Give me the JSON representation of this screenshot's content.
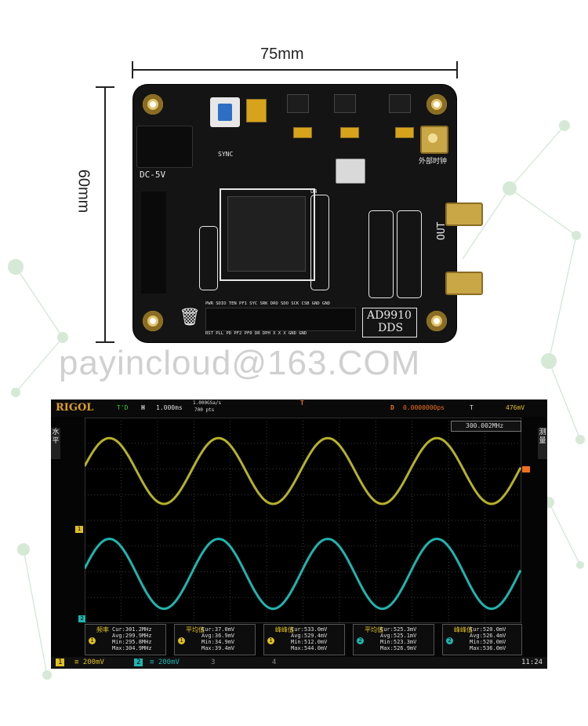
{
  "dimensions": {
    "width_label": "75mm",
    "height_label": "60mm"
  },
  "pcb": {
    "label_power": "DC-5V",
    "label_sync": "SYNC",
    "label_out": "OUT",
    "label_ext_clock": "外部时钟",
    "chip_name": "AD9910",
    "chip_sub": "DDS",
    "top_header_labels": "PWR SDIO TEN PF1 SYC SRK DRO SDO SCK CSB GND GND",
    "bottom_header_labels": "RST PLL PD PF2 PF0 DR DPH X X X GND GND",
    "ic_label": "U4"
  },
  "watermark": "payincloud@163.COM",
  "scope": {
    "brand": "RIGOL",
    "status": "T'D",
    "h_label": "H",
    "timebase": "1.000ms",
    "sample_rate": "1.000GSa/s",
    "points": "700 pts",
    "trigger_marker": "T",
    "d_label": "D",
    "delay": "0.0000000ps",
    "t_label": "T",
    "trigger_level": "476mV",
    "freq_box": "300.002MHz",
    "left_tab": "水平",
    "right_tab": "测量",
    "ch1_marker": "1",
    "ch2_marker": "2",
    "traces": {
      "ch1_color": "#b6b12a",
      "ch2_color": "#1fb5b0",
      "cycles": 4
    },
    "measurements": [
      {
        "title": "频率",
        "channel": "1",
        "cur": "Cur:301.2MHz",
        "avg": "Avg:299.9MHz",
        "min": "Min:295.8MHz",
        "max": "Max:304.9MHz"
      },
      {
        "title": "平均值",
        "channel": "1",
        "cur": "Cur:37.0mV",
        "avg": "Avg:36.9mV",
        "min": "Min:34.9mV",
        "max": "Max:39.4mV"
      },
      {
        "title": "峰峰值",
        "channel": "1",
        "cur": "Cur:533.0mV",
        "avg": "Avg:529.4mV",
        "min": "Min:512.0mV",
        "max": "Max:544.0mV"
      },
      {
        "title": "平均值",
        "channel": "2",
        "cur": "Cur:525.3mV",
        "avg": "Avg:525.1mV",
        "min": "Min:523.3mV",
        "max": "Max:526.9mV"
      },
      {
        "title": "峰峰值",
        "channel": "2",
        "cur": "Cur:520.0mV",
        "avg": "Avg:526.4mV",
        "min": "Min:520.0mV",
        "max": "Max:536.0mV"
      }
    ],
    "bottom": {
      "ch1_index": "1",
      "ch1_scale": "≡ 200mV",
      "ch2_index": "2",
      "ch2_scale": "≡ 200mV",
      "ch3_index": "3",
      "ch4_index": "4",
      "time": "11:24"
    }
  }
}
